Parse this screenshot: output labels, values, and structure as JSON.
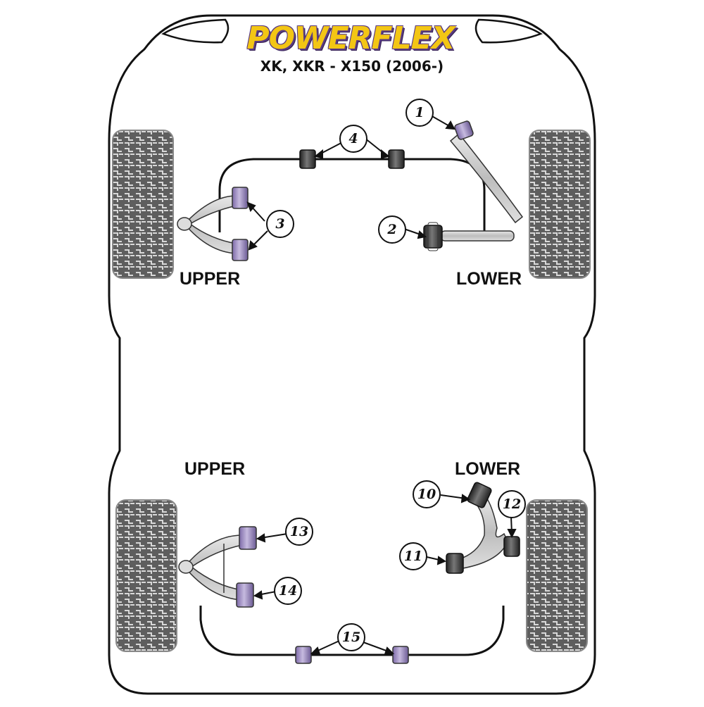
{
  "brand": {
    "name": "POWERFLEX",
    "model": "XK, XKR - X150 (2006-)"
  },
  "front": {
    "upper_label": "UPPER",
    "lower_label": "LOWER"
  },
  "rear": {
    "upper_label": "UPPER",
    "lower_label": "LOWER"
  },
  "callouts": [
    "1",
    "2",
    "3",
    "4",
    "10",
    "11",
    "12",
    "13",
    "14",
    "15"
  ],
  "colors": {
    "bush_purple": "#a898c8",
    "bush_purple_dark": "#6b5a94",
    "bush_black": "#3a3a3a",
    "arm_grey": "#cfcfcf",
    "tyre": "#6e6e6e",
    "logo_yellow": "#f3c614",
    "logo_purple": "#5a3b83"
  },
  "icons": [
    "tyre-icon",
    "bush-icon",
    "anti-roll-bar-icon",
    "wishbone-icon"
  ]
}
